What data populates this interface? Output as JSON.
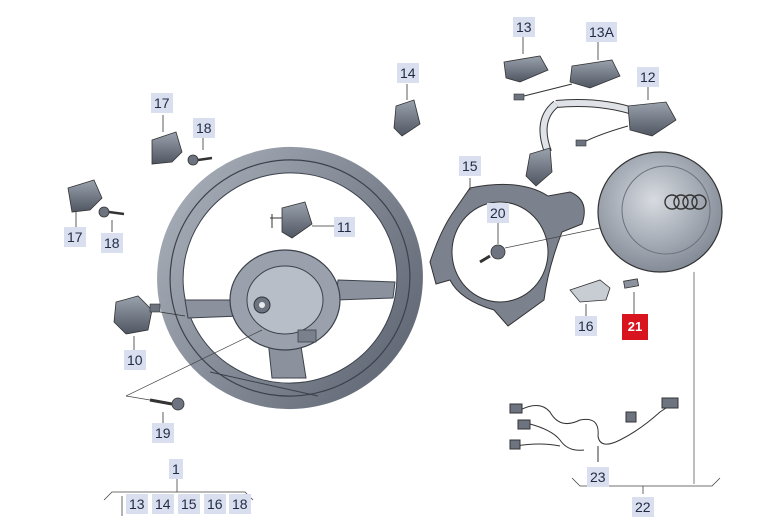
{
  "labels": {
    "p13": "13",
    "p13a": "13A",
    "p14": "14",
    "p12": "12",
    "p17a": "17",
    "p18a": "18",
    "p17b": "17",
    "p18b": "18",
    "p11": "11",
    "p15": "15",
    "p20": "20",
    "p10": "10",
    "p19": "19",
    "p16": "16",
    "p21": "21",
    "p23": "23",
    "p22": "22",
    "p1": "1",
    "sub13": "13",
    "sub14": "14",
    "sub15": "15",
    "sub16": "16",
    "sub18": "18"
  },
  "highlight_color": "#d8151e",
  "label_bg_color": "#d9dfee"
}
